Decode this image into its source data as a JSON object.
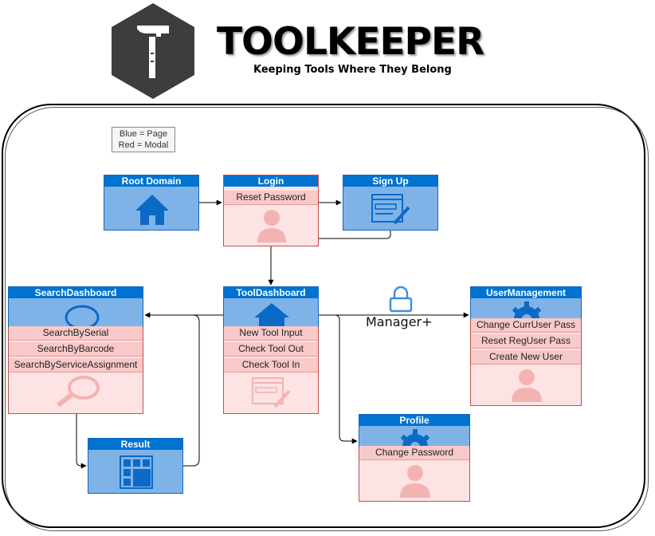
{
  "header": {
    "title": "TOOLKEEPER",
    "tagline": "Keeping Tools Where They Belong",
    "logo_icon": "hammer-icon"
  },
  "legend": {
    "line1": "Blue = Page",
    "line2": "Red = Modal"
  },
  "colors": {
    "page_fill": "#7fb3e8",
    "page_header": "#0073d1",
    "modal_fill": "#fde3e3",
    "modal_item": "#f8c9c9",
    "logo_hex": "#3d3d3d"
  },
  "nodes": {
    "root_domain": {
      "title": "Root Domain",
      "icon": "home-icon"
    },
    "login": {
      "title": "Login",
      "items": [
        "Reset Password"
      ],
      "icon": "user-icon"
    },
    "sign_up": {
      "title": "Sign Up",
      "icon": "form-edit-icon"
    },
    "search_dashboard": {
      "title": "SearchDashboard",
      "items": [
        "SearchBySerial",
        "SearchByBarcode",
        "SearchByServiceAssignment"
      ],
      "icon": "search-icon"
    },
    "tool_dashboard": {
      "title": "ToolDashboard",
      "items": [
        "New Tool Input",
        "Check Tool Out",
        "Check Tool In"
      ],
      "icon": "home-icon"
    },
    "user_management": {
      "title": "UserManagement",
      "items": [
        "Change CurrUser Pass",
        "Reset RegUser Pass",
        "Create New User"
      ],
      "icon": "gear-icon"
    },
    "result": {
      "title": "Result",
      "icon": "grid-icon"
    },
    "profile": {
      "title": "Profile",
      "items": [
        "Change Password"
      ],
      "icon": "gear-icon"
    }
  },
  "edge_label": "Manager+"
}
